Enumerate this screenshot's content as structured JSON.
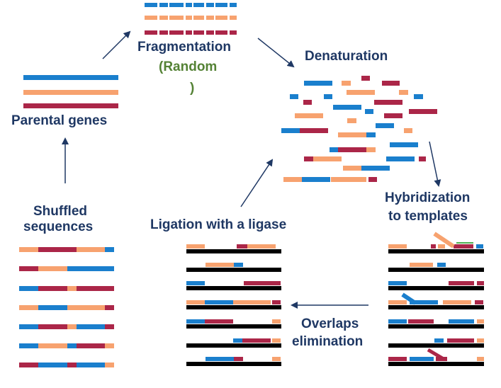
{
  "colors": {
    "blue": "#1a7fcd",
    "orange": "#f7a26f",
    "red": "#ab2648",
    "black": "#000000",
    "green": "#4caf50",
    "label": "#1f3864",
    "label_green": "#548235",
    "arrow": "#1f3864"
  },
  "labels": {
    "parental_genes": "Parental genes",
    "fragmentation": "Fragmentation",
    "random_open": "(Random",
    "random_close": ")",
    "denaturation": "Denaturation",
    "hybridization_1": "Hybridization",
    "hybridization_2": "to templates",
    "overlaps_1": "Overlaps",
    "overlaps_2": "elimination",
    "ligation": "Ligation with a ligase",
    "shuffled_1": "Shuffled",
    "shuffled_2": "sequences"
  }
}
